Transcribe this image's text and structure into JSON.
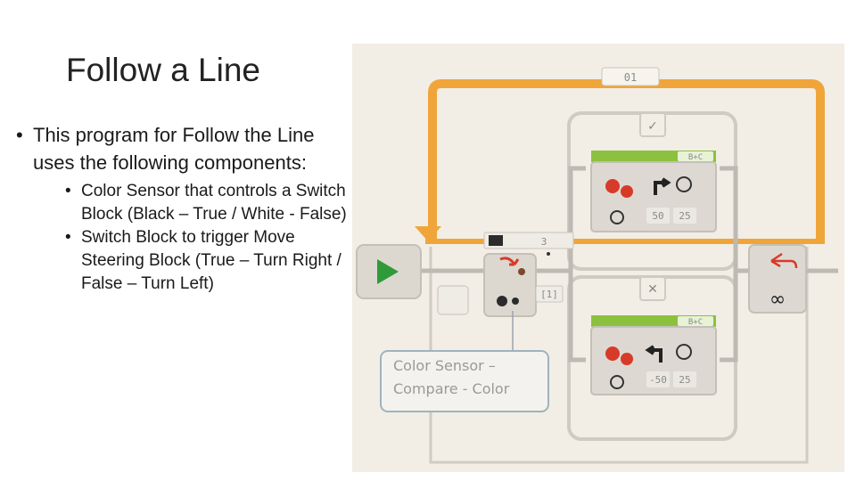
{
  "slide": {
    "title": "Follow a Line",
    "bullets": [
      {
        "text": "This program for Follow the Line uses the following components:",
        "sub": [
          "Color Sensor that controls a Switch Block (Black – True / White - False)",
          "Switch Block to trigger Move Steering Block (True – Turn Right / False – Turn Left)"
        ]
      }
    ]
  },
  "diagram": {
    "loop_label": "01",
    "true_case_label": "✓",
    "false_case_label": "✕",
    "switch_port_label": "3",
    "switch_value_label": "[1]",
    "true_block": {
      "ports": "B+C",
      "steering": "50",
      "power": "25"
    },
    "false_block": {
      "ports": "B+C",
      "steering": "-50",
      "power": "25"
    },
    "callout_line1": "Color Sensor –",
    "callout_line2": "Compare - Color",
    "colors": {
      "loop": "#f0a53a",
      "move_block": "#8cc13f",
      "start": "#2f9a3a",
      "block_body": "#ddd9d2"
    }
  }
}
